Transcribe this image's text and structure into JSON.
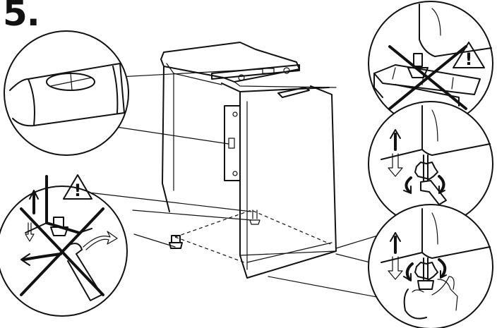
{
  "step": {
    "number": "5."
  },
  "warning_glyph": "!",
  "icons": [
    "spirit-level",
    "washing-machine",
    "warning-triangle",
    "wrench",
    "adjustable-foot",
    "up-arrow",
    "down-arrow",
    "rotate-arrow"
  ]
}
